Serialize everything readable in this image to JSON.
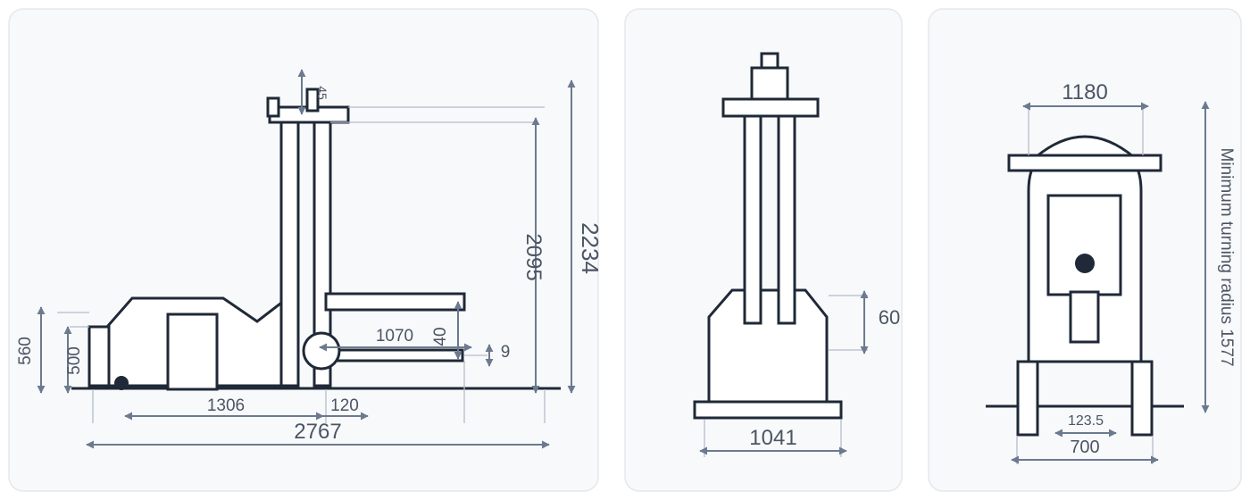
{
  "side_view": {
    "overall_length": "2767",
    "body_length": "1306",
    "fork_offset": "120",
    "overall_height": "2234",
    "mast_height": "2095",
    "height_560": "560",
    "height_500": "500",
    "fork_length": "1070",
    "fork_lift": "40",
    "fork_thickness": "9",
    "top_small": "45"
  },
  "front_view": {
    "width": "1041",
    "height_60": "60"
  },
  "rear_view": {
    "top_width": "1180",
    "wheel_track": "700",
    "inner_gap": "123.5",
    "turning_radius_label": "Minimum turning radius 1577"
  }
}
